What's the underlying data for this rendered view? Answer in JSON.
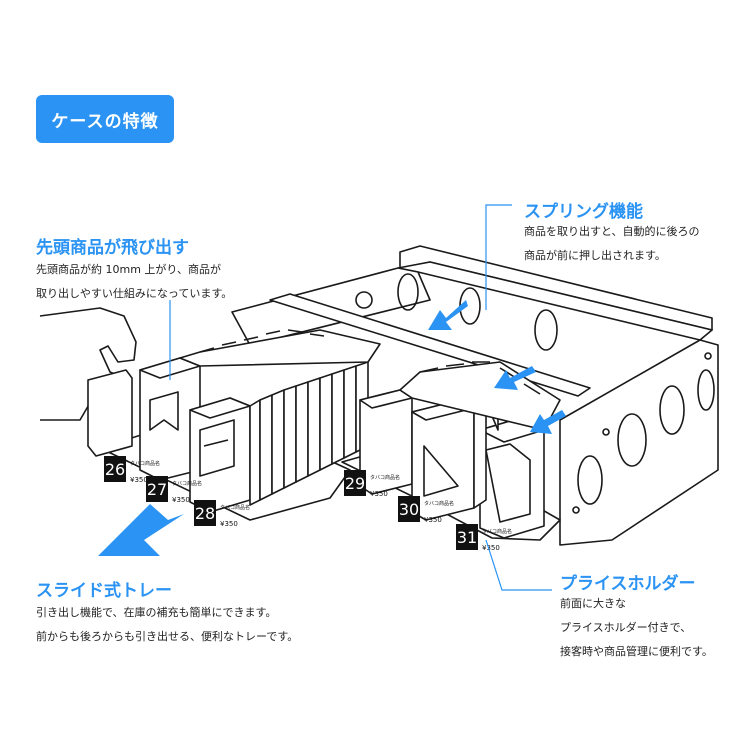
{
  "badge": {
    "label": "ケースの特徴"
  },
  "features": {
    "front_push": {
      "title": "先頭商品が飛び出す",
      "lines": [
        "先頭商品が約 10mm 上がり、商品が",
        "取り出しやすい仕組みになっています。"
      ]
    },
    "spring": {
      "title": "スプリング機能",
      "lines": [
        "商品を取り出すと、自動的に後ろの",
        "商品が前に押し出されます。"
      ]
    },
    "slide_tray": {
      "title": "スライド式トレー",
      "lines": [
        "引き出し機能で、在庫の補充も簡単にできます。",
        "前からも後ろからも引き出せる、便利なトレーです。"
      ]
    },
    "price_holder": {
      "title": "プライスホルダー",
      "lines": [
        "前面に大きな",
        "プライスホルダー付きで、",
        "接客時や商品管理に便利です。"
      ]
    }
  },
  "price_tags": [
    {
      "number": "26",
      "name": "タバコ商品名",
      "price": "¥350"
    },
    {
      "number": "27",
      "name": "タバコ商品名",
      "price": "¥350"
    },
    {
      "number": "28",
      "name": "タバコ商品名",
      "price": "¥350"
    },
    {
      "number": "29",
      "name": "タバコ商品名",
      "price": "¥350"
    },
    {
      "number": "30",
      "name": "タバコ商品名",
      "price": "¥350"
    },
    {
      "number": "31",
      "name": "タバコ商品名",
      "price": "¥350"
    }
  ],
  "colors": {
    "accent": "#2a93f3",
    "line": "#1a1a1a",
    "bg": "#ffffff"
  }
}
